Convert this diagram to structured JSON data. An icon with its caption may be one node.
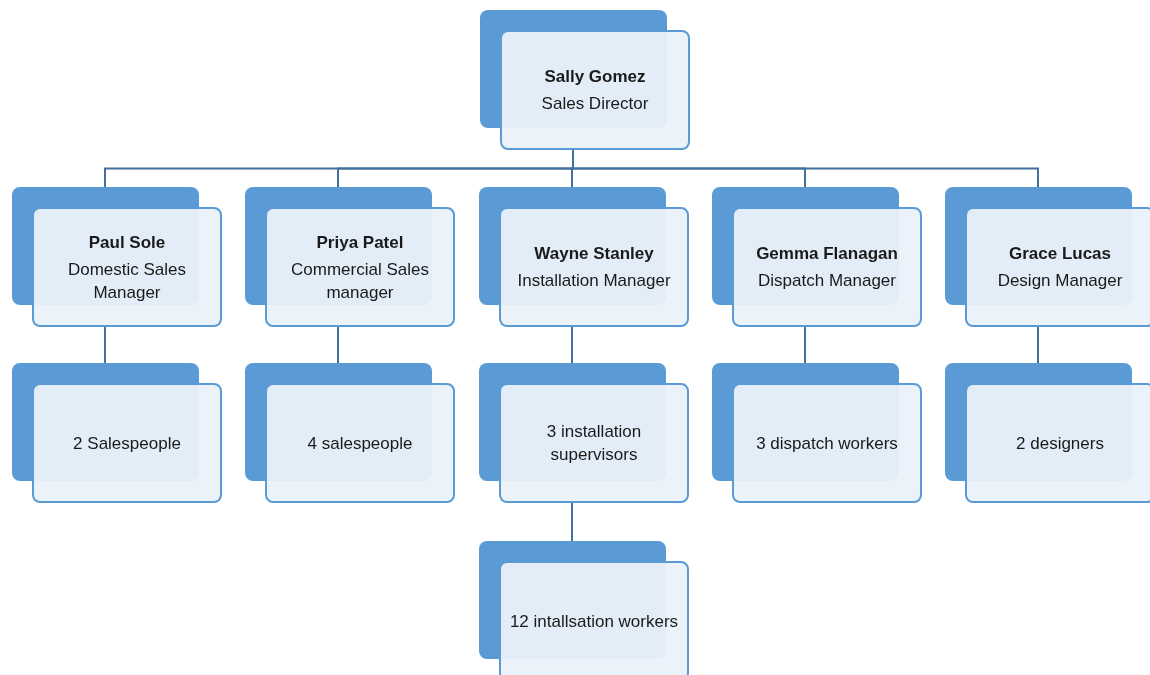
{
  "diagram": {
    "nodes": [
      {
        "text": [
          "Sally Gomez",
          "Sales Director"
        ]
      },
      {
        "text": [
          "Paul Sole",
          "Domestic Sales Manager"
        ]
      },
      {
        "text": [
          "Priya Patel",
          "Commercial Sales manager"
        ]
      },
      {
        "text": [
          "Wayne Stanley",
          "Installation Manager"
        ]
      },
      {
        "text": [
          "Gemma Flanagan",
          "Dispatch Manager"
        ]
      },
      {
        "text": [
          "Grace Lucas",
          "Design Manager"
        ]
      },
      {
        "text": [
          "2 Salespeople"
        ]
      },
      {
        "text": [
          "4 salespeople"
        ]
      },
      {
        "text": [
          "3 installation supervisors"
        ]
      },
      {
        "text": [
          "3 dispatch workers"
        ]
      },
      {
        "text": [
          "2 designers"
        ]
      },
      {
        "text": [
          "12 intallsation workers"
        ]
      }
    ],
    "edges": [
      {
        "from": 0,
        "to": 1,
        "arrow": "none"
      },
      {
        "from": 0,
        "to": 2,
        "arrow": "none"
      },
      {
        "from": 0,
        "to": 3,
        "arrow": "none"
      },
      {
        "from": 0,
        "to": 4,
        "arrow": "none"
      },
      {
        "from": 0,
        "to": 5,
        "arrow": "none"
      },
      {
        "from": 1,
        "to": 6,
        "arrow": "none"
      },
      {
        "from": 2,
        "to": 7,
        "arrow": "none"
      },
      {
        "from": 3,
        "to": 8,
        "arrow": "none"
      },
      {
        "from": 4,
        "to": 9,
        "arrow": "none"
      },
      {
        "from": 5,
        "to": 10,
        "arrow": "none"
      },
      {
        "from": 8,
        "to": 11,
        "arrow": "none"
      }
    ]
  }
}
